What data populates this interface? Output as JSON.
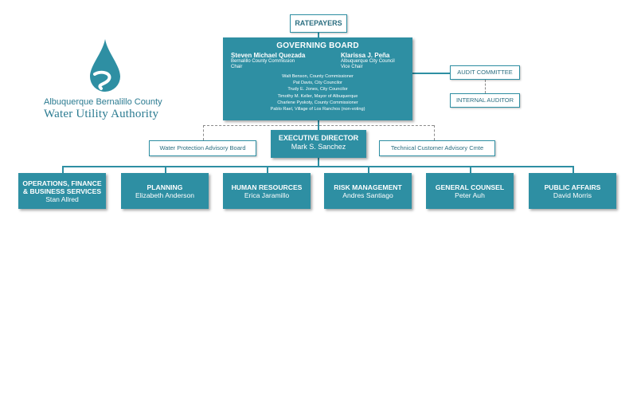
{
  "ratepayers": "RATEPAYERS",
  "governing_board": {
    "title": "GOVERNING BOARD",
    "chair": {
      "name": "Steven Michael Quezada",
      "affiliation": "Bernalillo County Commission",
      "role": "Chair"
    },
    "vice_chair": {
      "name": "Klarissa J. Peña",
      "affiliation": "Albuquerque City Council",
      "role": "Vice Chair"
    },
    "members": [
      "Walt Benson, County Commissioner",
      "Pat Davis, City Councilor",
      "Trudy E. Jones, City Councilor",
      "Timothy M. Keller, Mayor of Albuquerque",
      "Charlene Pyskoty, County Commissioner",
      "Pablo Rael, Village of Los Ranchos (non-voting)"
    ]
  },
  "audit_committee": "AUDIT COMMITTEE",
  "internal_auditor": "INTERNAL AUDITOR",
  "executive_director": {
    "title": "EXECUTIVE DIRECTOR",
    "name": "Mark S. Sanchez"
  },
  "water_protection_board": "Water Protection Advisory Board",
  "technical_customer_cmte": "Technical Customer Advisory Cmte",
  "departments": [
    {
      "title": "OPERATIONS, FINANCE & BUSINESS SERVICES",
      "name": "Stan Allred"
    },
    {
      "title": "PLANNING",
      "name": "Elizabeth Anderson"
    },
    {
      "title": "HUMAN RESOURCES",
      "name": "Erica Jaramillo"
    },
    {
      "title": "RISK MANAGEMENT",
      "name": "Andres Santiago"
    },
    {
      "title": "GENERAL COUNSEL",
      "name": "Peter Auh"
    },
    {
      "title": "PUBLIC AFFAIRS",
      "name": "David Morris"
    }
  ],
  "logo": {
    "line1": "Albuquerque Bernalillo County",
    "line2": "Water Utility Authority"
  },
  "colors": {
    "primary": "#2e8fa3",
    "text_dark": "#2b6e80",
    "connector_dashed": "#8a8a8a"
  }
}
